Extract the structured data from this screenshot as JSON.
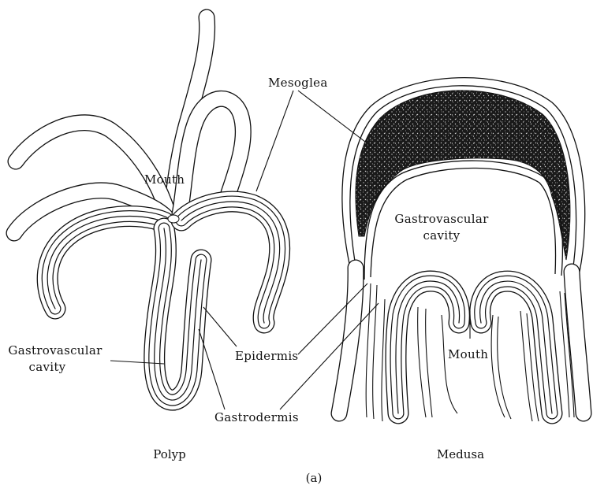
{
  "labels": {
    "mesoglea": "Mesoglea",
    "mouth_polyp": "Mouth",
    "gastrovascular_medusa_1": "Gastrovascular",
    "gastrovascular_medusa_2": "cavity",
    "gastrovascular_polyp_1": "Gastrovascular",
    "gastrovascular_polyp_2": "cavity",
    "epidermis": "Epidermis",
    "gastrodermis": "Gastrodermis",
    "mouth_medusa": "Mouth"
  },
  "captions": {
    "polyp": "Polyp",
    "medusa": "Medusa",
    "panel": "(a)"
  }
}
